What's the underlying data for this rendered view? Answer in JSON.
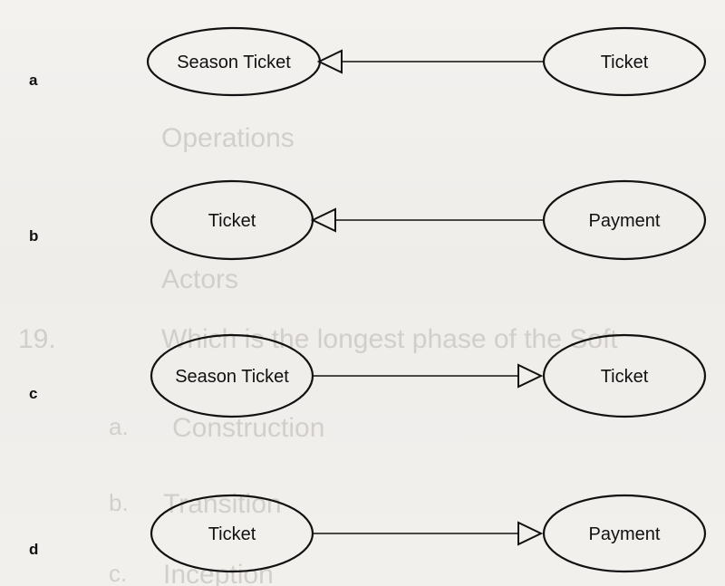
{
  "options": [
    {
      "letter": "a",
      "left": "Season Ticket",
      "right": "Ticket",
      "arrow_points_to": "left"
    },
    {
      "letter": "b",
      "left": "Ticket",
      "right": "Payment",
      "arrow_points_to": "left"
    },
    {
      "letter": "c",
      "left": "Season Ticket",
      "right": "Ticket",
      "arrow_points_to": "right"
    },
    {
      "letter": "d",
      "left": "Ticket",
      "right": "Payment",
      "arrow_points_to": "right"
    }
  ],
  "bleed_through": [
    {
      "text": "Operations"
    },
    {
      "text": "Actors"
    },
    {
      "text": "19."
    },
    {
      "text": "Which is the longest phase of the Soft"
    },
    {
      "text": "a."
    },
    {
      "text": "Construction"
    },
    {
      "text": "b."
    },
    {
      "text": "Transition"
    },
    {
      "text": "c."
    },
    {
      "text": "Inception"
    }
  ]
}
